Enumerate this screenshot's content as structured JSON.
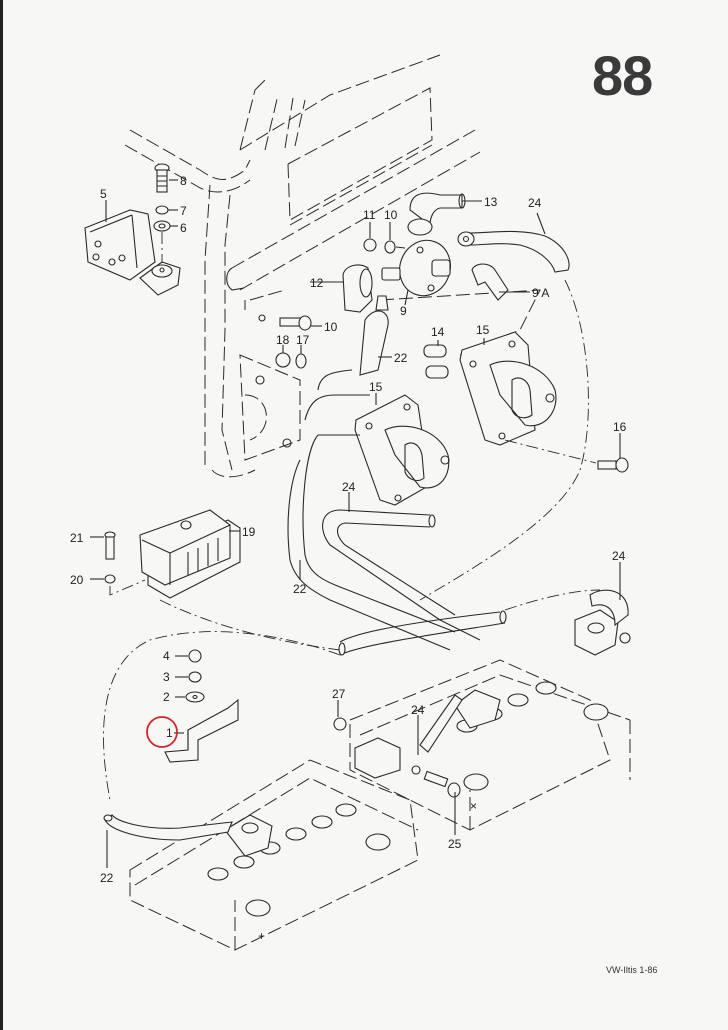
{
  "page": {
    "number": "88",
    "footer": "VW-Iltis 1-86"
  },
  "highlight": {
    "part": "1",
    "color": "#d0262b",
    "shape": "circle"
  },
  "parts": [
    {
      "id": "p1",
      "label": "1",
      "description": "battery bracket"
    },
    {
      "id": "p2",
      "label": "2",
      "description": "washer"
    },
    {
      "id": "p3",
      "label": "3",
      "description": "spring washer"
    },
    {
      "id": "p4",
      "label": "4",
      "description": "nut"
    },
    {
      "id": "p5",
      "label": "5",
      "description": "relay / switch box"
    },
    {
      "id": "p6",
      "label": "6",
      "description": "washer"
    },
    {
      "id": "p7",
      "label": "7",
      "description": "spring washer"
    },
    {
      "id": "p8",
      "label": "8",
      "description": "screw"
    },
    {
      "id": "p9",
      "label": "9",
      "description": "terminal plate"
    },
    {
      "id": "p9a",
      "label": "9 A",
      "description": "cable boot"
    },
    {
      "id": "p10",
      "label": "10",
      "description": "screw"
    },
    {
      "id": "p11",
      "label": "11",
      "description": "spring washer"
    },
    {
      "id": "p12",
      "label": "12",
      "description": "nut"
    },
    {
      "id": "p13",
      "label": "13",
      "description": "cable boot"
    },
    {
      "id": "p14",
      "label": "14",
      "description": "cable boot"
    },
    {
      "id": "p15",
      "label": "15",
      "description": "contact sleeves"
    },
    {
      "id": "p16",
      "label": "16",
      "description": "socket"
    },
    {
      "id": "p17",
      "label": "17",
      "description": "screw"
    },
    {
      "id": "p18",
      "label": "18",
      "description": "spring washer"
    },
    {
      "id": "p19",
      "label": "19",
      "description": "nut"
    },
    {
      "id": "p20",
      "label": "20",
      "description": "fuse box"
    },
    {
      "id": "p21",
      "label": "21",
      "description": "washer"
    },
    {
      "id": "p22",
      "label": "22",
      "description": "screw"
    },
    {
      "id": "p23",
      "label": "23",
      "description": "cable"
    },
    {
      "id": "p24",
      "label": "24",
      "description": "cable"
    },
    {
      "id": "p25",
      "label": "25",
      "description": "connecting strap"
    },
    {
      "id": "p26",
      "label": "26",
      "description": "screw"
    },
    {
      "id": "p27",
      "label": "27",
      "description": "nut"
    }
  ],
  "battery_marks": {
    "plus": "+",
    "minus": "×"
  }
}
